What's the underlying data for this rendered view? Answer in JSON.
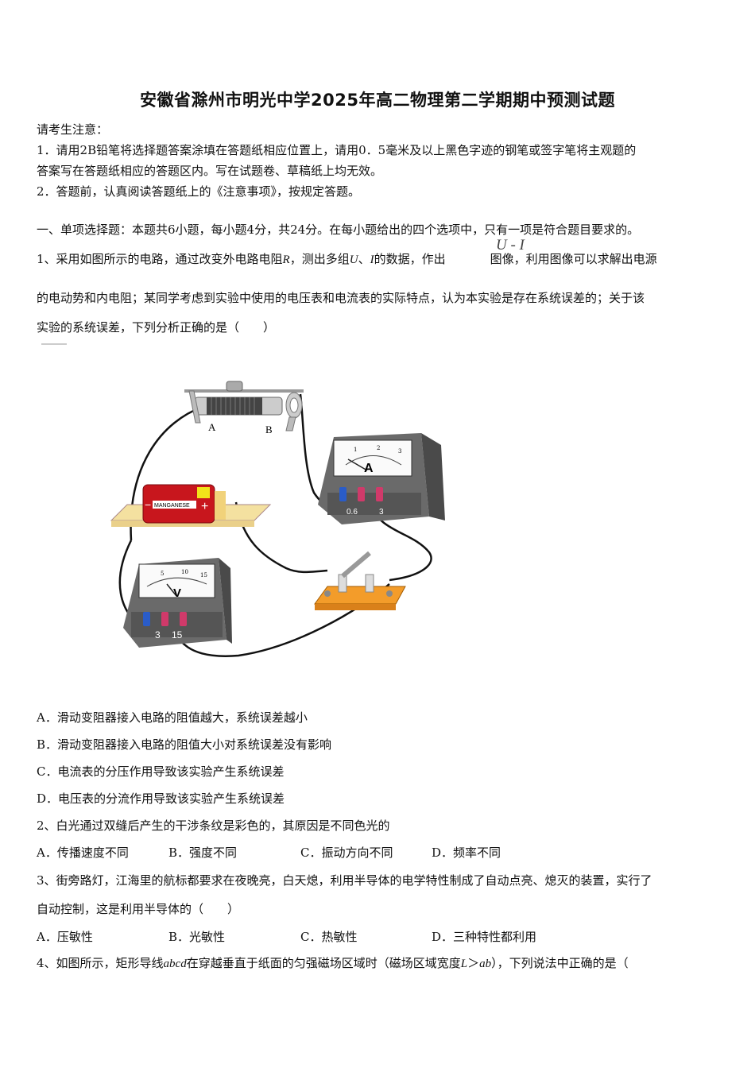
{
  "document": {
    "title": "安徽省滁州市明光中学2025年高二物理第二学期期中预测试题",
    "notice": {
      "heading": "请考生注意：",
      "items": [
        "1．请用2B铅笔将选择题答案涂填在答题纸相应位置上，请用0．5毫米及以上黑色字迹的钢笔或签字笔将主观题的",
        "答案写在答题纸相应的答题区内。写在试题卷、草稿纸上均无效。",
        "2．答题前，认真阅读答题纸上的《注意事项》，按规定答题。"
      ]
    },
    "section1": {
      "heading": "一、单项选择题：本题共6小题，每小题4分，共24分。在每小题给出的四个选项中，只有一项是符合题目要求的。"
    },
    "questions": [
      {
        "number": "1",
        "stem_part1": "1、采用如图所示的电路，通过改变外电路电阻",
        "var_R": "R",
        "stem_part2": "，测出多组",
        "var_U": "U",
        "sep": "、",
        "var_I": "I",
        "stem_part3": "的数据，作出",
        "graph_label": "U - I",
        "stem_part4": "图像，利用图像可以求解出电源",
        "stem_line2": "的电动势和内电阻；某同学考虑到实验中使用的电压表和电流表的实际特点，认为本实验是存在系统误差的；关于该",
        "stem_line3": "实验的系统误差，下列分析正确的是（　　）",
        "figure": {
          "rheostat_labels": [
            "A",
            "B"
          ],
          "ammeter_symbol": "A",
          "ammeter_scale": [
            "1",
            "2",
            "3"
          ],
          "ammeter_terminals": [
            "0.6",
            "3"
          ],
          "voltmeter_symbol": "V",
          "voltmeter_scale": [
            "5",
            "10",
            "15"
          ],
          "voltmeter_terminals": [
            "3",
            "15"
          ],
          "battery_label": "MANGANESE"
        },
        "options": [
          "A．滑动变阻器接入电路的阻值越大，系统误差越小",
          "B．滑动变阻器接入电路的阻值大小对系统误差没有影响",
          "C．电流表的分压作用导致该实验产生系统误差",
          "D．电压表的分流作用导致该实验产生系统误差"
        ]
      },
      {
        "number": "2",
        "stem": "2、白光通过双缝后产生的干涉条纹是彩色的，其原因是不同色光的",
        "options": [
          "A．传播速度不同",
          "B．强度不同",
          "C．振动方向不同",
          "D．频率不同"
        ]
      },
      {
        "number": "3",
        "stem_line1": "3、街旁路灯，江海里的航标都要求在夜晚亮，白天熄，利用半导体的电学特性制成了自动点亮、熄灭的装置，实行了",
        "stem_line2": "自动控制，这是利用半导体的（　　）",
        "options": [
          "A．压敏性",
          "B．光敏性",
          "C．热敏性",
          "D．三种特性都利用"
        ]
      },
      {
        "number": "4",
        "stem_part1": "4、如图所示，矩形导线",
        "var_abcd": "abcd",
        "stem_part2": "在穿越垂直于纸面的匀强磁场区域时（磁场区域宽度",
        "var_L": "L",
        "gt": "＞",
        "var_ab": "ab",
        "stem_part3": "），下列说法中正确的是（"
      }
    ]
  }
}
